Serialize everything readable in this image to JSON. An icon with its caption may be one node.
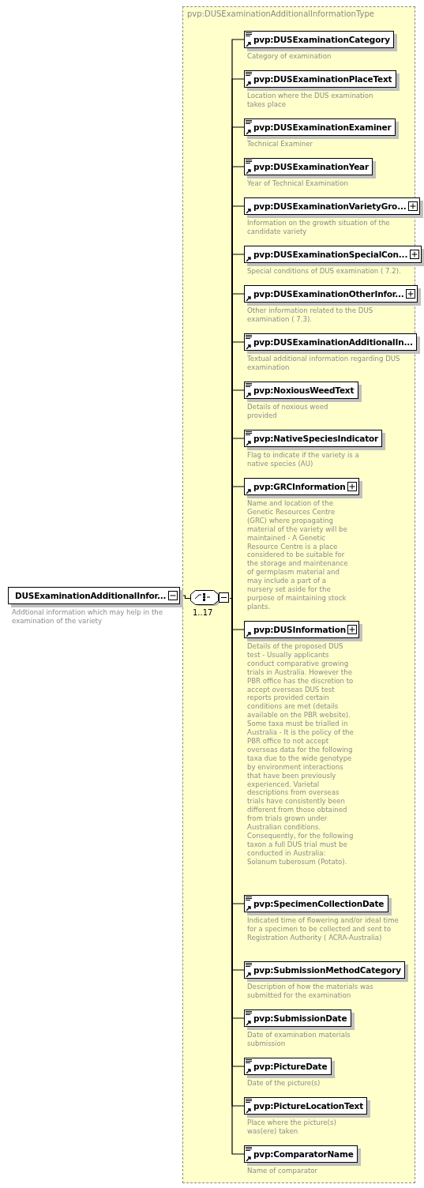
{
  "diagram": {
    "nodes": [
      {
        "text": [
          "pvp:DUSExaminationAdditionalInformationType"
        ]
      },
      {
        "text": [
          "DUSExaminationAdditionalInfor..."
        ],
        "beside": [
          "Addtional information which may help in the examination of the variety"
        ]
      },
      {
        "text": [],
        "shape": "octagon",
        "in": 0,
        "beside": [
          "1..17"
        ]
      },
      {
        "text": [
          "pvp:DUSExaminationCategory"
        ],
        "in": 0,
        "beside": [
          "Category of examination"
        ]
      },
      {
        "text": [
          "pvp:DUSExaminationPlaceText"
        ],
        "in": 0,
        "beside": [
          "Location where the DUS examination takes place"
        ]
      },
      {
        "text": [
          "pvp:DUSExaminationExaminer"
        ],
        "in": 0,
        "beside": [
          "Technical Examiner"
        ]
      },
      {
        "text": [
          "pvp:DUSExaminationYear"
        ],
        "in": 0,
        "beside": [
          "Year of Technical Examination"
        ]
      },
      {
        "text": [
          "pvp:DUSExaminationVarietyGro..."
        ],
        "in": 0,
        "beside": [
          "Information on the growth situation of the candidate variety"
        ]
      },
      {
        "text": [
          "pvp:DUSExaminationSpecialCon..."
        ],
        "in": 0,
        "beside": [
          "Special conditions of DUS examination ( 7.2)."
        ]
      },
      {
        "text": [
          "pvp:DUSExaminationOtherInfor..."
        ],
        "in": 0,
        "beside": [
          "Other information related to the DUS examination ( 7.3)."
        ]
      },
      {
        "text": [
          "pvp:DUSExaminationAdditionalIn..."
        ],
        "in": 0,
        "beside": [
          "Textual additional information regarding DUS examination"
        ]
      },
      {
        "text": [
          "pvp:NoxiousWeedText"
        ],
        "in": 0,
        "beside": [
          "Details of noxious weed provided"
        ]
      },
      {
        "text": [
          "pvp:NativeSpeciesIndicator"
        ],
        "in": 0,
        "beside": [
          "Flag to indicate if the variety is a native species (AU)"
        ]
      },
      {
        "text": [
          "pvp:GRCInformation"
        ],
        "in": 0,
        "beside": [
          "Name and location of the Genetic Resources Centre (GRC) where propagating material of the variety will be maintained - A Genetic Resource Centre is a place considered to be suitable for the storage and maintenance of germplasm material and may include a part of a nursery set aside for the purpose of maintaining stock plants."
        ]
      },
      {
        "text": [
          "pvp:DUSInformation"
        ],
        "in": 0,
        "beside": [
          "Details of the proposed DUS test - Usually applicants conduct comparative growing trials in Australia. However the PBR office has the discretion to accept overseas DUS test reports provided certain conditions are met (details available on the PBR website). Some taxa must be trialled in Australia - It is the policy of the PBR office to not accept overseas data for the following taxa due to the wide genotype by environment interactions that have been previously experienced. Varietal descriptions from overseas trials have consistently been different from those obtained from trials grown under Australian conditions. Consequently, for the following taxon a full DUS trial must be conducted in Australia: Solanum tuberosum (Potato)."
        ]
      },
      {
        "text": [
          "pvp:SpecimenCollectionDate"
        ],
        "in": 0,
        "beside": [
          "Indicated time of flowering and/or ideal time for a specimen to be collected and sent to Registration Authority ( ACRA-Australia)"
        ]
      },
      {
        "text": [
          "pvp:SubmissionMethodCategory"
        ],
        "in": 0,
        "beside": [
          "Description of how the materials was submitted for the examination"
        ]
      },
      {
        "text": [
          "pvp:SubmissionDate"
        ],
        "in": 0,
        "beside": [
          "Date of examination materials submission"
        ]
      },
      {
        "text": [
          "pvp:PictureDate"
        ],
        "in": 0,
        "beside": [
          "Date of the picture(s)"
        ]
      },
      {
        "text": [
          "pvp:PictureLocationText"
        ],
        "in": 0,
        "beside": [
          "Place where the picture(s) was(ere) taken"
        ]
      },
      {
        "text": [
          "pvp:ComparatorName"
        ],
        "in": 0,
        "beside": [
          "Name of comparator"
        ]
      }
    ],
    "edges": [
      {
        "from": 1,
        "to": 2,
        "arrow": "none"
      },
      {
        "from": 2,
        "to": 3,
        "arrow": "none"
      },
      {
        "from": 2,
        "to": 4,
        "arrow": "none"
      },
      {
        "from": 2,
        "to": 5,
        "arrow": "none"
      },
      {
        "from": 2,
        "to": 6,
        "arrow": "none"
      },
      {
        "from": 2,
        "to": 7,
        "arrow": "none"
      },
      {
        "from": 2,
        "to": 8,
        "arrow": "none"
      },
      {
        "from": 2,
        "to": 9,
        "arrow": "none"
      },
      {
        "from": 2,
        "to": 10,
        "arrow": "none"
      },
      {
        "from": 2,
        "to": 11,
        "arrow": "none"
      },
      {
        "from": 2,
        "to": 12,
        "arrow": "none"
      },
      {
        "from": 2,
        "to": 13,
        "arrow": "none"
      },
      {
        "from": 2,
        "to": 14,
        "arrow": "none"
      },
      {
        "from": 2,
        "to": 15,
        "arrow": "none"
      },
      {
        "from": 2,
        "to": 16,
        "arrow": "none"
      },
      {
        "from": 2,
        "to": 17,
        "arrow": "none"
      },
      {
        "from": 2,
        "to": 18,
        "arrow": "none"
      },
      {
        "from": 2,
        "to": 19,
        "arrow": "none"
      },
      {
        "from": 2,
        "to": 20,
        "arrow": "none"
      }
    ]
  }
}
